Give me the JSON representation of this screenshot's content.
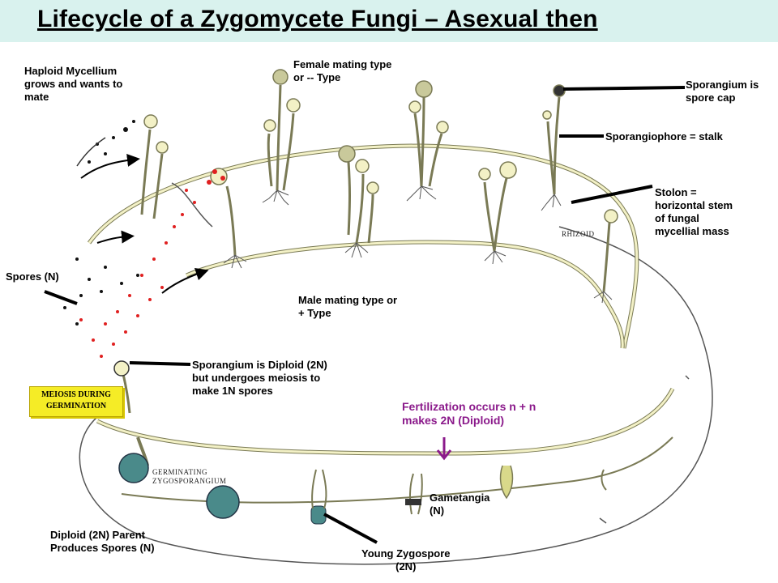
{
  "title": "Lifecycle of a Zygomycete Fungi – Asexual then",
  "labels": {
    "haploid_mycellium": "Haploid Mycellium\ngrows and wants to\nmate",
    "female_mating": "Female mating type\nor       -- Type",
    "sporangium_cap": "Sporangium is\nspore cap",
    "sporangiophore": "Sporangiophore = stalk",
    "stolon": "Stolon =\nhorizontal stem\nof fungal\nmycellial mass",
    "rhizoid": "RHIZOID",
    "spores": "Spores (N)",
    "male_mating": "Male mating type or\n+ Type",
    "sporangium_diploid": "Sporangium is Diploid (2N)\nbut undergoes meiosis to\nmake 1N spores",
    "meiosis": "MEIOSIS DURING\nGERMINATION",
    "fertilization": "Fertilization occurs n + n\nmakes 2N (Diploid)",
    "germinating": "GERMINATING\nZYGOSPORANGIUM",
    "gametangia": "Gametangia\n(N)",
    "diploid_parent": "Diploid (2N) Parent\nProduces Spores (N)",
    "young_zygospore": "Young Zygospore\n(2N)"
  },
  "colors": {
    "title_bar": "#d9f2ee",
    "hypha_fill": "#f3f1c6",
    "hypha_stroke": "#7a7a55",
    "zygospore": "#4a8a8a",
    "spore_red": "#e02020",
    "fertilization_text": "#8b1a8b",
    "meiosis_box": "#f5ec26"
  }
}
